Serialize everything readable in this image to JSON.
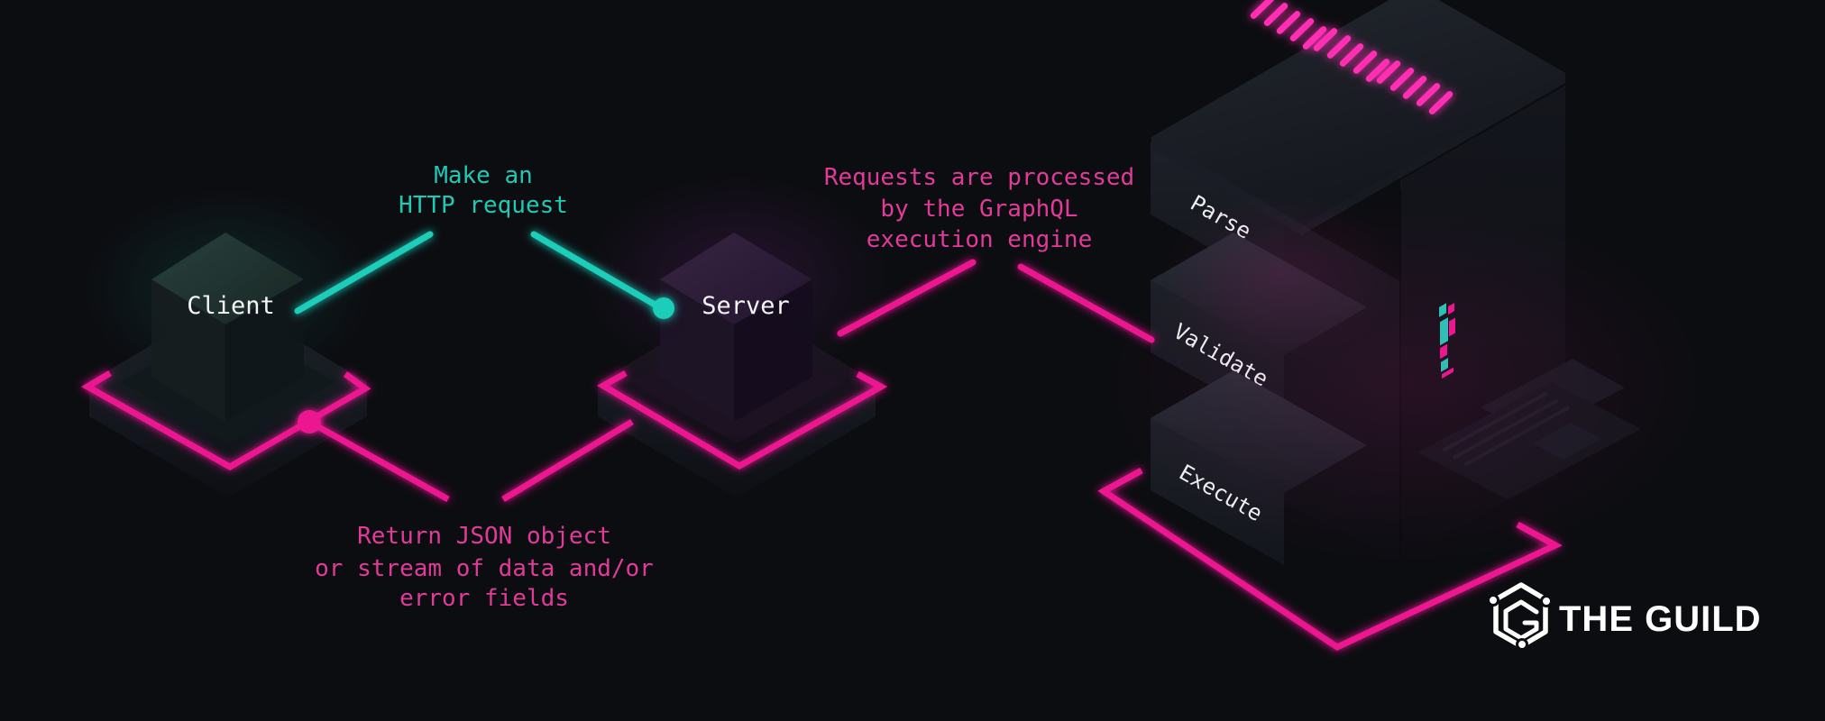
{
  "diagram": {
    "client": {
      "label": "Client"
    },
    "server": {
      "label": "Server"
    },
    "request_note": {
      "lines": [
        "Make an",
        "HTTP request"
      ]
    },
    "engine_note": {
      "lines": [
        "Requests are processed",
        "by the GraphQL",
        "execution engine"
      ]
    },
    "response_note": {
      "lines": [
        "Return JSON object",
        "or stream of data and/or",
        "error fields"
      ]
    },
    "pipeline": {
      "steps": [
        "Parse",
        "Validate",
        "Execute"
      ]
    }
  },
  "branding": {
    "logo_text": "THE GUILD"
  },
  "icons": {
    "guild_logo": "hexagon-g-mark",
    "connection_dot": "filled-circle",
    "pipeline_connector": "pin-dot",
    "vent_bars": "glowing-diagonal-bars",
    "status_leds": "small-color-blocks"
  },
  "colors": {
    "background": "#0c0d11",
    "magenta_line": "#ec1691",
    "magenta_text": "#e13a98",
    "teal_line": "#1fcdb9",
    "teal_text": "#1fc9b4",
    "label_text": "#f4f5f7",
    "vent_glow": "#ff2eb3"
  }
}
